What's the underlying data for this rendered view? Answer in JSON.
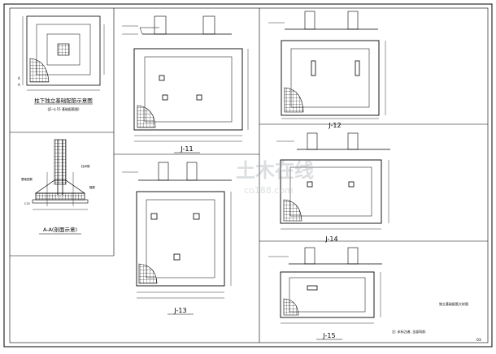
{
  "drawing": {
    "detail_left_title": "柱下独立基础配筋示意图",
    "detail_left_subtitle": "(J1~J-15 基础配筋图)",
    "section_title": "A-A(剖面示意)",
    "section_notes": [
      "基础配筋",
      "C15素混凝土垫层",
      "柱纵筋",
      "箍筋"
    ],
    "labels": {
      "j11": "J-11",
      "j12": "J-12",
      "j13": "J-13",
      "j14": "J-14",
      "j15": "J-15"
    },
    "legend_title": "独立基础配筋大样图",
    "legend_note": "注: 未标注者, 全部同前.",
    "sheet_number": "03",
    "watermark": "土木在线",
    "watermark_sub": "co188.com"
  }
}
